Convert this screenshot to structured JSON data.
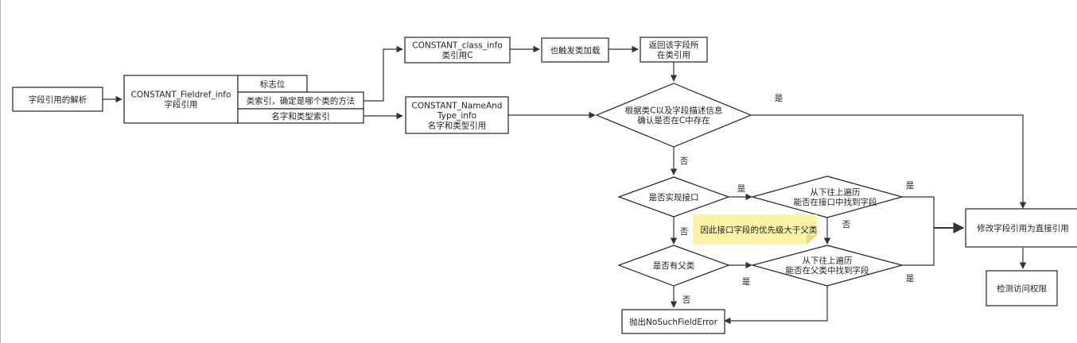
{
  "nodes": {
    "parse": {
      "lines": [
        "字段引用的解析"
      ]
    },
    "fieldref": {
      "lines": [
        "CONSTANT_Fieldref_info",
        "字段引用"
      ]
    },
    "flag": {
      "lines": [
        "标志位"
      ]
    },
    "classidx": {
      "lines": [
        "类索引，确定是哪个类的方法"
      ]
    },
    "nameidx": {
      "lines": [
        "名字和类型索引"
      ]
    },
    "classinfo": {
      "lines": [
        "CONSTANT_class_info",
        "类引用C"
      ]
    },
    "nametype": {
      "lines": [
        "CONSTANT_NameAnd",
        "Type_info",
        "名字和类型引用"
      ]
    },
    "trigger": {
      "lines": [
        "也触发类加载"
      ]
    },
    "returnfield": {
      "lines": [
        "返回该字段所",
        "在类引用"
      ]
    },
    "checkc": {
      "lines": [
        "根据类C以及字段描述信息",
        "确认是否在C中存在"
      ]
    },
    "isiface": {
      "lines": [
        "是否实现接口"
      ]
    },
    "findiface": {
      "lines": [
        "从下往上遍历",
        "能否在接口中找到字段"
      ]
    },
    "hasparent": {
      "lines": [
        "是否有父类"
      ]
    },
    "findparent": {
      "lines": [
        "从下往上遍历",
        "能否在父类中找到字段"
      ]
    },
    "throw": {
      "lines": [
        "抛出NoSuchFieldError"
      ]
    },
    "direct": {
      "lines": [
        "修改字段引用为直接引用"
      ]
    },
    "access": {
      "lines": [
        "检测访问权限"
      ]
    }
  },
  "edge_labels": {
    "checkc_yes": "是",
    "checkc_no": "否",
    "isiface_yes": "是",
    "isiface_no": "否",
    "findiface_yes": "是",
    "findiface_no": "否",
    "hasparent_yes": "是",
    "hasparent_no": "否",
    "findparent_yes": "是"
  },
  "note": {
    "text": "因此接口字段的优先级大于父类"
  }
}
